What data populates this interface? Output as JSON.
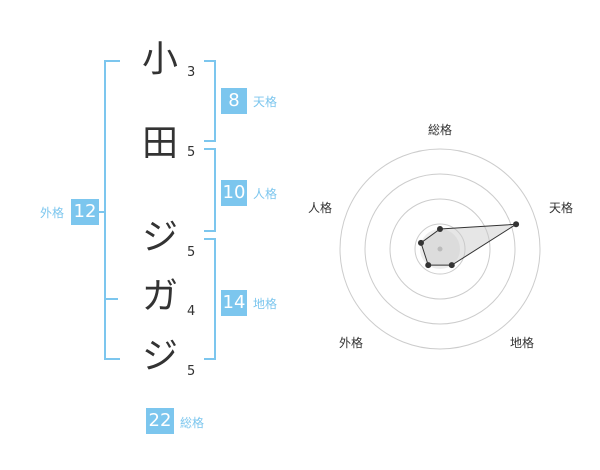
{
  "name_chars": [
    {
      "char": "小",
      "strokes": "3"
    },
    {
      "char": "田",
      "strokes": "5"
    },
    {
      "char": "ジ",
      "strokes": "5"
    },
    {
      "char": "ガ",
      "strokes": "4"
    },
    {
      "char": "ジ",
      "strokes": "5"
    }
  ],
  "fortunes": {
    "tenkaku": {
      "value": "8",
      "label": "天格"
    },
    "jinkaku": {
      "value": "10",
      "label": "人格"
    },
    "chikaku": {
      "value": "14",
      "label": "地格"
    },
    "gaikaku": {
      "value": "12",
      "label": "外格"
    },
    "soukaku": {
      "value": "22",
      "label": "総格"
    }
  },
  "colors": {
    "accent": "#7cc6ee",
    "text": "#333333"
  },
  "chart_data": {
    "type": "radar",
    "axes": [
      "総格",
      "天格",
      "地格",
      "外格",
      "人格"
    ],
    "values": [
      1,
      4,
      1,
      1,
      1
    ],
    "rmax": 5,
    "rings": 4
  }
}
